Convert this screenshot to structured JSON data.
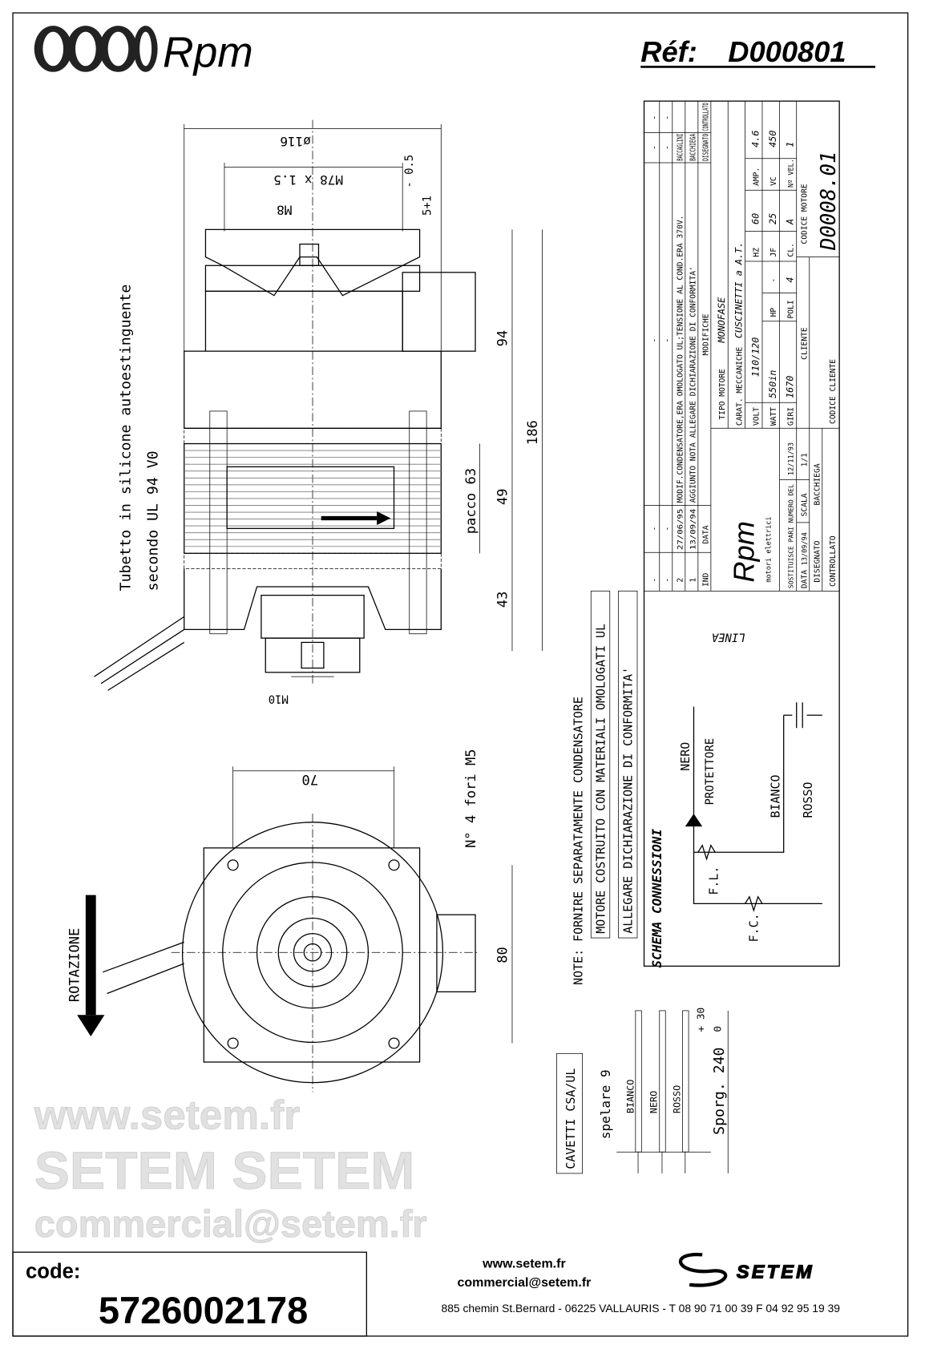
{
  "header": {
    "brand": "Rpm",
    "ref_label": "Réf:",
    "ref_value": "D000801"
  },
  "side_view": {
    "diameter": "ø116",
    "thread": "M78 x 1.5",
    "shaft_thread": "M8",
    "tol_minus": "- 0.5",
    "tol_plus": "5+1",
    "dim_94": "94",
    "dim_186": "186",
    "dim_49": "49",
    "dim_43": "43",
    "pacco": "pacco 63",
    "bottom_thread": "M10",
    "tube_note_1": "Tubetto in silicone autoestinguente",
    "tube_note_2": "secondo UL 94 V0"
  },
  "front_view": {
    "dim_70": "70",
    "dim_80": "80",
    "holes": "N° 4 fori M5",
    "rotation": "ROTAZIONE"
  },
  "notes": {
    "note_1": "NOTE: FORNIRE SEPARATAMENTE CONDENSATORE",
    "note_2": "MOTORE COSTRUITO CON MATERIALI OMOLOGATI UL",
    "note_3": "ALLEGARE DICHIARAZIONE DI CONFORMITA'",
    "schema_title": "SCHEMA CONNESSIONI"
  },
  "schema": {
    "linea": "LINEA",
    "nero": "NERO",
    "protettore": "PROTETTORE",
    "bianco": "BIANCO",
    "rosso": "ROSSO",
    "fl": "F.L.",
    "fc": "F.C."
  },
  "cables": {
    "title": "CAVETTI CSA/UL",
    "strip": "spelare 9",
    "wires": [
      "BIANCO",
      "NERO",
      "ROSSO"
    ],
    "length": "Sporg. 240",
    "tol_plus": "+ 30",
    "tol_zero": "0"
  },
  "title_block": {
    "revisions": [
      {
        "ind": "-",
        "date": "-",
        "desc": "-",
        "drawn": "-",
        "checked": "-"
      },
      {
        "ind": "-",
        "date": "-",
        "desc": "-",
        "drawn": "-",
        "checked": "-"
      },
      {
        "ind": "2",
        "date": "27/06/95",
        "desc": "MODIF.CONDENSATORE,ERA OMOLOGATO UL;TENSIONE AL COND.ERA 370V.",
        "drawn": "BACCAGLINI",
        "checked": ""
      },
      {
        "ind": "1",
        "date": "13/09/94",
        "desc": "AGGIUNTO NOTA ALLEGARE DICHIARAZIONE DI CONFORMITA'",
        "drawn": "BACCHIEGA",
        "checked": ""
      }
    ],
    "rev_headers": {
      "ind": "IND",
      "date": "DATA",
      "desc": "MODIFICHE",
      "drawn": "DISEGNATO",
      "checked": "CONTROLLATO"
    },
    "company": "Rpm",
    "company_sub": "motori elettrici",
    "tipo_label": "TIPO MOTORE",
    "tipo_value": "MONOFASE",
    "carat_label": "CARAT. MECCANICHE",
    "carat_value": "CUSCINETTI a A.T.",
    "volt_label": "VOLT",
    "volt": "110/120",
    "hz_label": "HZ",
    "hz": "60",
    "amp_label": "AMP.",
    "amp": "4.6",
    "watt_label": "WATT",
    "watt": "550in",
    "hp_label": "HP",
    "hp": "-",
    "jf_label": "JF",
    "jf": "25",
    "vc_label": "VC",
    "vc": "450",
    "giri_label": "GIRI",
    "giri": "1670",
    "poli_label": "POLI",
    "poli": "4",
    "cl_label": "CL.",
    "cl": "A",
    "vel_label": "Nº VEL.",
    "vel": "1",
    "sostituisce": "SOSTITUISCE PARI NUMERO DEL",
    "sostituisce_date": "12/11/93",
    "data_label": "DATA",
    "data": "13/09/94",
    "scala_label": "SCALA",
    "scala": "1/1",
    "disegnato_label": "DISEGNATO",
    "disegnato": "BACCHIEGA",
    "controllato_label": "CONTROLLATO",
    "cliente_label": "CLIENTE",
    "codice_cliente_label": "CODICE CLIENTE",
    "codice_motore_label": "CODICE MOTORE",
    "codice_motore": "D0008.01"
  },
  "watermark": {
    "line1": "www.setem.fr",
    "line2": "SETEM SETEM",
    "line3": "commercial@setem.fr"
  },
  "footer": {
    "code_label": "code:",
    "code": "5726002178",
    "website": "www.setem.fr",
    "email": "commercial@setem.fr",
    "logo": "SETEM",
    "address": "885 chemin St.Bernard  -  06225 VALLAURIS  -  T 08 90 71 00 39  F 04 92 95 19 39"
  }
}
